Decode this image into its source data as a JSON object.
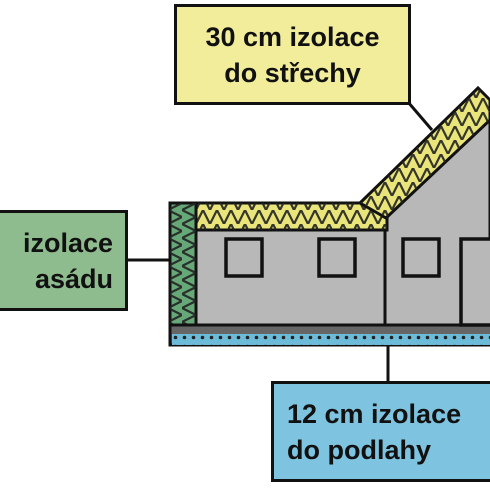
{
  "labels": {
    "roof": {
      "line1": "30 cm izolace",
      "line2": "do střechy",
      "color": "#f2ed9a"
    },
    "wall": {
      "line1": "izolace",
      "line2": "asádu",
      "color": "#8fbc8f"
    },
    "floor": {
      "line1": "12 cm izolace",
      "line2": "do podlahy",
      "color": "#7ec4e0"
    }
  },
  "colors": {
    "house_wall": "#b8b8b8",
    "roof_insulation": "#e9e57a",
    "wall_insulation": "#66a877",
    "floor_insulation": "#6cbcd9",
    "outline": "#111111"
  },
  "icons": [
    "zigzag-insulation-pattern",
    "window-icon",
    "door-icon"
  ]
}
